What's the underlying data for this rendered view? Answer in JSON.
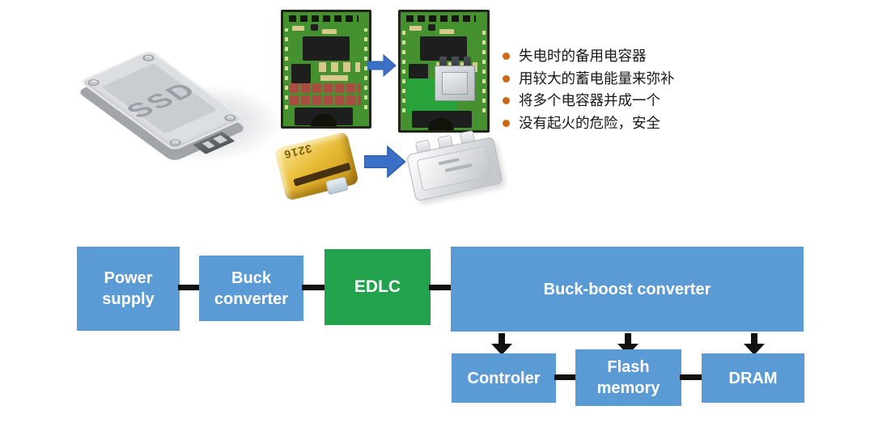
{
  "top": {
    "ssd_label": "SSD",
    "tantalum_marking": "3216",
    "bullets": {
      "bullet_color": "#cc6914",
      "items": [
        "失电时的备用电容器",
        "用较大的蓄电能量来弥补",
        "将多个电容器并成一个",
        "没有起火的危险，安全"
      ]
    },
    "icons": {
      "pcb_replace_arrow": "block-arrow-right",
      "capacitor_replace_arrow": "block-arrow-right"
    }
  },
  "diagram": {
    "colors": {
      "box_blue": "#5b9bd5",
      "box_green": "#22a24c",
      "connector_black": "#111111",
      "label_text": "#ffffff",
      "arrow_blue": "#3a71c6"
    },
    "nodes": {
      "power_supply": "Power supply",
      "buck_converter": "Buck converter",
      "edlc": "EDLC",
      "buck_boost": "Buck-boost converter",
      "controller": "Controler",
      "flash_memory": "Flash memory",
      "dram": "DRAM"
    },
    "icons": {
      "flow_arrows": "block-arrow-down"
    }
  }
}
